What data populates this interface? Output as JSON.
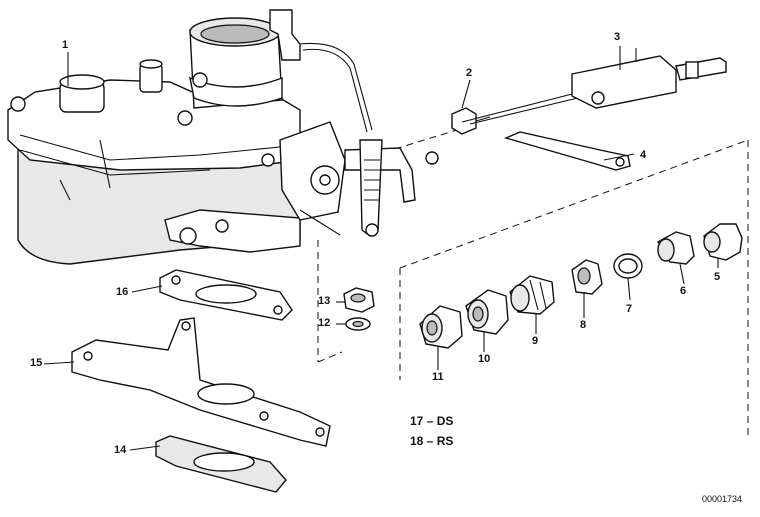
{
  "callouts": [
    {
      "id": "c1",
      "text": "1"
    },
    {
      "id": "c2",
      "text": "2"
    },
    {
      "id": "c3",
      "text": "3"
    },
    {
      "id": "c4",
      "text": "4"
    },
    {
      "id": "c5",
      "text": "5"
    },
    {
      "id": "c6",
      "text": "6"
    },
    {
      "id": "c7",
      "text": "7"
    },
    {
      "id": "c8",
      "text": "8"
    },
    {
      "id": "c9",
      "text": "9"
    },
    {
      "id": "c10",
      "text": "10"
    },
    {
      "id": "c11",
      "text": "11"
    },
    {
      "id": "c12",
      "text": "12"
    },
    {
      "id": "c13",
      "text": "13"
    },
    {
      "id": "c14",
      "text": "14"
    },
    {
      "id": "c15",
      "text": "15"
    },
    {
      "id": "c16",
      "text": "16"
    }
  ],
  "legend": {
    "line1": "17 – DS",
    "line2": "18 – RS"
  },
  "diagram_code": "00001734"
}
